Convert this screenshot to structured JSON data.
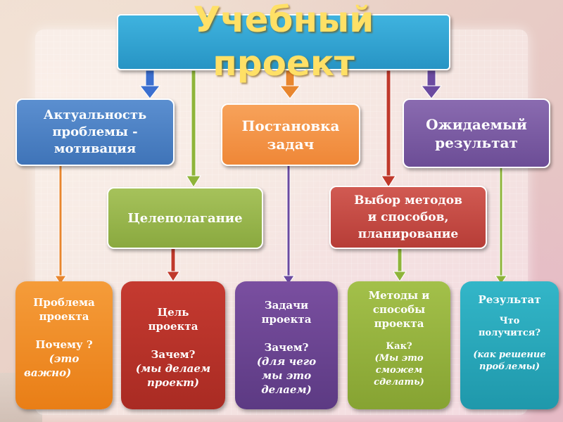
{
  "title": {
    "line1": "Учебный",
    "line2": "проект"
  },
  "level1": [
    {
      "lines": [
        "Актуальность",
        "проблемы -",
        "мотивация"
      ]
    },
    {
      "lines": [
        "Постановка",
        "задач"
      ]
    },
    {
      "lines": [
        "Ожидаемый",
        "результат"
      ]
    }
  ],
  "level2": [
    {
      "lines": [
        "Целеполагание"
      ]
    },
    {
      "lines": [
        "Выбор методов",
        "и способов,",
        "планирование"
      ]
    }
  ],
  "cards": [
    {
      "lines": [
        "Проблема",
        "проекта",
        "",
        "Почему ?"
      ],
      "italic": [
        "(это",
        "важно)"
      ]
    },
    {
      "lines": [
        "Цель",
        "проекта",
        "",
        "Зачем?"
      ],
      "italic": [
        "(мы делаем",
        "проект)"
      ]
    },
    {
      "lines": [
        "Задачи",
        "проекта",
        "",
        "Зачем?"
      ],
      "italic": [
        "(для чего",
        "мы это",
        "делаем)"
      ]
    },
    {
      "lines": [
        "Методы и",
        "способы",
        "проекта",
        "",
        "Как?"
      ],
      "italic": [
        "(Мы это",
        "сможем",
        "сделать)"
      ]
    },
    {
      "lines": [
        "Результат",
        "",
        "Что",
        "получится?",
        ""
      ],
      "italic": [
        "(как решение",
        "проблемы)"
      ]
    }
  ],
  "colors": {
    "title_bg": "#2f9fd0",
    "title_text": "#ffe066",
    "blue": "#4a80c2",
    "orange": "#f2913f",
    "purple": "#7a5ba3",
    "green": "#9bb84d",
    "red": "#c24a43",
    "arrow_blue": "#3b6fcf",
    "arrow_orange": "#e8862e",
    "arrow_green": "#8fb43a",
    "arrow_red": "#c0392b",
    "arrow_purple": "#6b4aa0"
  }
}
